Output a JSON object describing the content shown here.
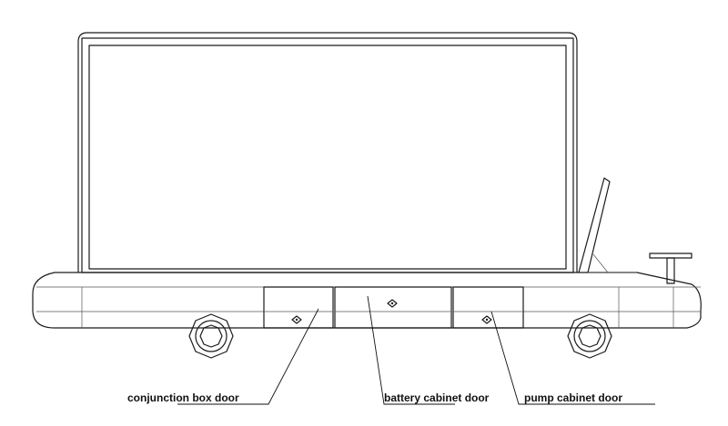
{
  "labels": {
    "conjunction_box_door": "conjunction box door",
    "battery_cabinet_door": "battery cabinet door",
    "pump_cabinet_door": "pump cabinet door"
  },
  "colors": {
    "line": "#1a1a1a",
    "background": "#ffffff"
  }
}
